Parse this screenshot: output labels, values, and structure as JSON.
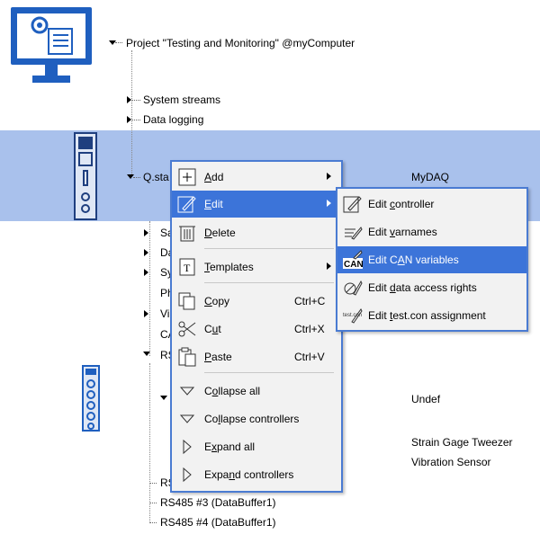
{
  "tree": {
    "project": "Project \"Testing and Monitoring\" @myComputer",
    "system_streams": "System streams",
    "data_logging": "Data logging",
    "qstation": "Q.sta",
    "qstation_value": "MyDAQ",
    "children": [
      "Sa",
      "Da",
      "Sy",
      "Ph",
      "Vi",
      "CA",
      "RS"
    ],
    "undef": "Undef",
    "strain": "Strain Gage Tweezer",
    "vibration": "Vibration Sensor",
    "rs_partial": "RS",
    "rs3": "RS485 #3 (DataBuffer1)",
    "rs4": "RS485 #4 (DataBuffer1)"
  },
  "context_menu": {
    "add": {
      "pre": "",
      "ul": "A",
      "post": "dd"
    },
    "edit": {
      "pre": "",
      "ul": "E",
      "post": "dit"
    },
    "delete": {
      "pre": "",
      "ul": "D",
      "post": "elete"
    },
    "templates": {
      "pre": "",
      "ul": "T",
      "post": "emplates"
    },
    "copy": {
      "pre": "",
      "ul": "C",
      "post": "opy"
    },
    "copy_sc": "Ctrl+C",
    "cut": {
      "pre": "C",
      "ul": "u",
      "post": "t"
    },
    "cut_sc": "Ctrl+X",
    "paste": {
      "pre": "",
      "ul": "P",
      "post": "aste"
    },
    "paste_sc": "Ctrl+V",
    "collapse_all": {
      "pre": "C",
      "ul": "o",
      "post": "llapse all"
    },
    "collapse_controllers": {
      "pre": "Co",
      "ul": "l",
      "post": "lapse controllers"
    },
    "expand_all": {
      "pre": "E",
      "ul": "x",
      "post": "pand all"
    },
    "expand_controllers": {
      "pre": "Expa",
      "ul": "n",
      "post": "d controllers"
    }
  },
  "edit_submenu": {
    "edit_controller": {
      "pre": "Edit ",
      "ul": "c",
      "post": "ontroller"
    },
    "edit_varnames": {
      "pre": "Edit ",
      "ul": "v",
      "post": "arnames"
    },
    "edit_can": {
      "pre": "Edit C",
      "ul": "A",
      "post": "N variables"
    },
    "edit_access": {
      "pre": "Edit ",
      "ul": "d",
      "post": "ata access rights"
    },
    "edit_testcon": {
      "pre": "Edit ",
      "ul": "t",
      "post": "est.con assignment"
    },
    "testcon_icon_text": "test.con"
  },
  "colors": {
    "highlight_band": "#a9c1ec",
    "menu_active": "#3c74d9",
    "menu_border": "#4a7bd2",
    "icon_blue": "#1f5fbf"
  }
}
